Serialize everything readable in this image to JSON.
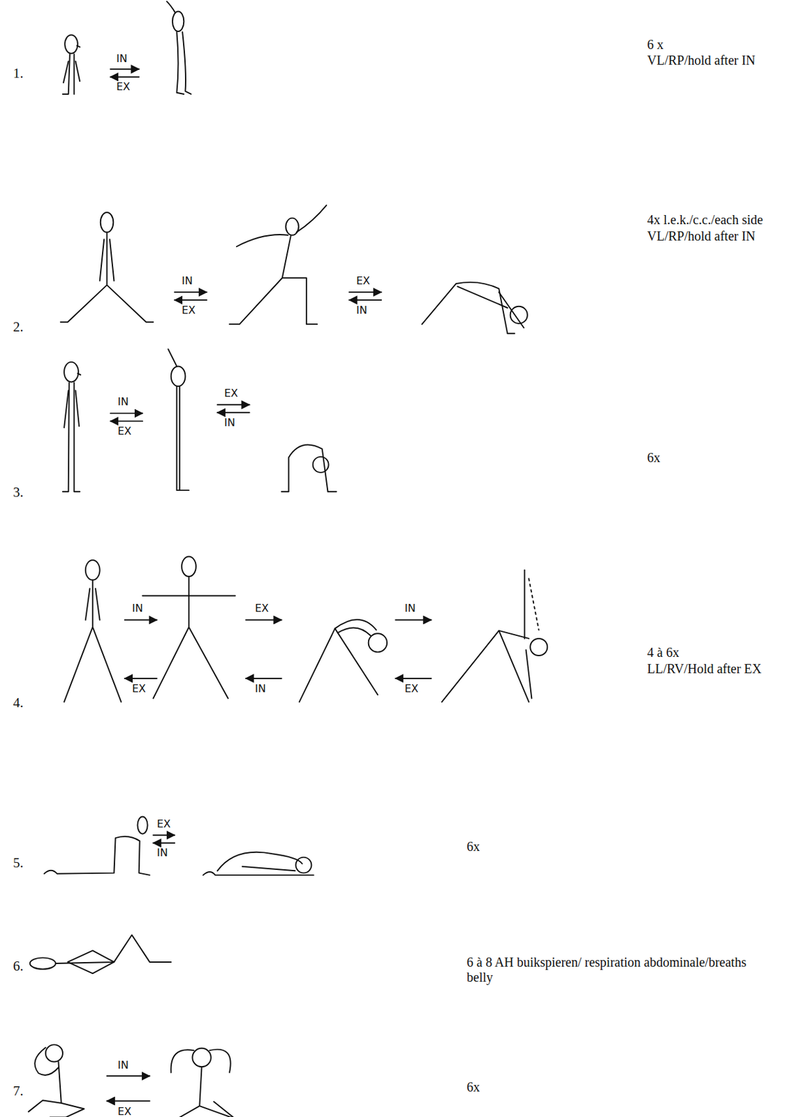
{
  "diagram": {
    "labels": [
      "1.",
      "IN",
      "EX",
      "6 x",
      "VL/RP/hold after IN",
      "2.",
      "IN",
      "EX",
      "EX",
      "IN",
      "4x l.e.k./c.c./each side",
      "VL/RP/hold after IN",
      "3.",
      "IN",
      "EX",
      "EX",
      "IN",
      "6x",
      "4.",
      "IN",
      "EX",
      "EX",
      "IN",
      "IN",
      "EX",
      "4 à 6x",
      "LL/RV/Hold after EX",
      "5.",
      "EX",
      "IN",
      "6x",
      "6.",
      "6 à 8 AH buikspieren/ respiration abdominale/breaths belly",
      "7.",
      "IN",
      "EX",
      "6x"
    ]
  }
}
